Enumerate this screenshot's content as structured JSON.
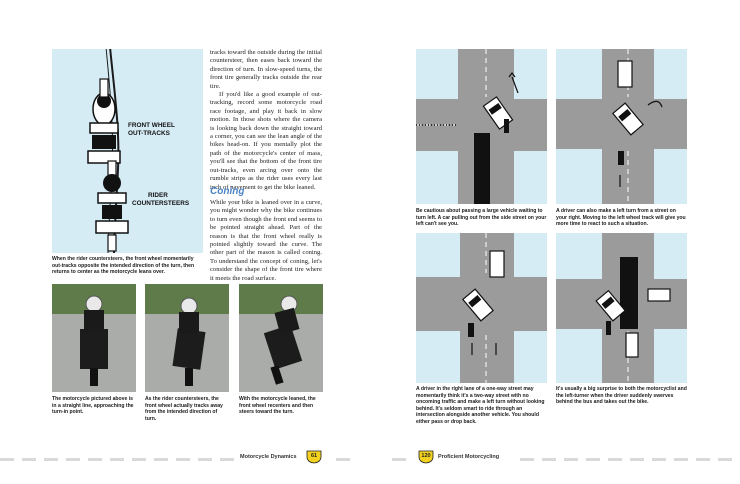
{
  "left_page": {
    "figure_labels": {
      "front_wheel_line1": "FRONT WHEEL",
      "front_wheel_line2": "OUT-TRACKS",
      "rider_line1": "RIDER",
      "rider_line2": "COUNTERSTEERS"
    },
    "figure_caption": "When the rider countersteers, the front wheel momentarily out-tracks opposite the intended direction of the turn, then returns to center as the motorcycle leans over.",
    "body_paragraphs": [
      "tracks toward the outside during the initial countersteer, then eases back toward the direction of turn. In slow-speed turns, the front tire generally tracks outside the rear tire.",
      "If you'd like a good example of out-tracking, record some motorcycle road race footage, and play it back in slow motion. In those shots where the camera is looking back down the straight toward a corner, you can see the lean angle of the bikes head-on. If you mentally plot the path of the motorcycle's center of mass, you'll see that the bottom of the front tire out-tracks, even arcing over onto the rumble strips as the rider uses every last inch of pavement to get the bike leaned."
    ],
    "section_heading": "Coning",
    "section_paragraph": "While your bike is leaned over in a curve, you might wonder why the bike continues to turn even though the front end seems to be pointed straight ahead. Part of the reason is that the front wheel really is pointed slightly toward the curve. The other part of the reason is called coning. To understand the concept of coning, let's consider the shape of the front tire where it meets the road surface.",
    "photo_captions": [
      "The motorcycle pictured above is in a straight line, approaching the turn-in point.",
      "As the rider countersteers, the front wheel actually tracks away from the intended direction of turn.",
      "With the motorcycle leaned, the front wheel recenters and then steers toward the turn."
    ],
    "footer_title": "Motorcycle Dynamics",
    "page_number": "61"
  },
  "right_page": {
    "captions": [
      "Be cautious about passing a large vehicle waiting to turn left. A car pulling out from the side street on your left can't see you.",
      "A driver can also make a left turn from a street on your right. Moving to the left wheel track will give you more time to react to such a situation.",
      "A driver in the right lane of a one-way street may momentarily think it's a two-way street with no oncoming traffic and make a left turn without looking behind. It's seldom smart to ride through an intersection alongside another vehicle. You should either pass or drop back.",
      "It's usually a big surprise to both the motorcyclist and the left-turner when the driver suddenly swerves behind the bus and takes out the bike."
    ],
    "page_number": "120",
    "footer_title": "Proficient Motorcycling"
  },
  "colors": {
    "diagram_blue": "#d6ecf5",
    "heading_blue": "#4a83c6",
    "badge_yellow": "#f2d21e"
  }
}
